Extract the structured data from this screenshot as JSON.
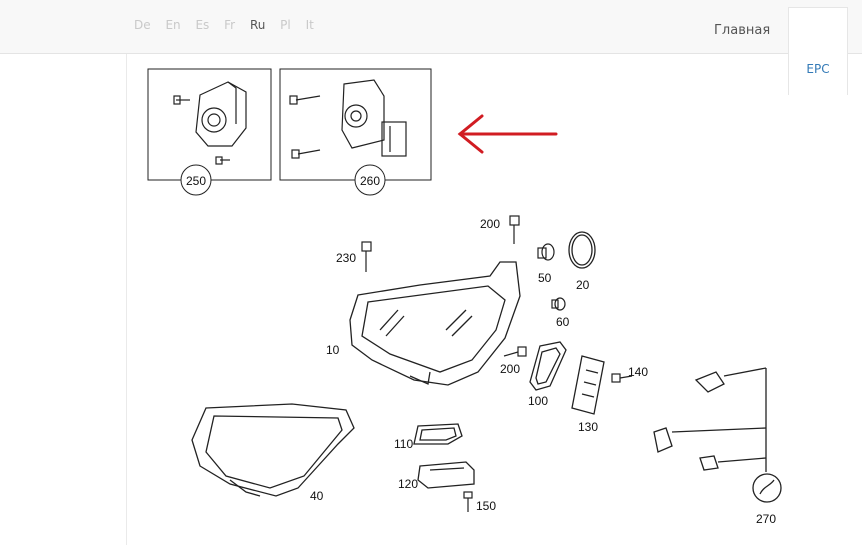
{
  "languages": [
    "De",
    "En",
    "Es",
    "Fr",
    "Ru",
    "Pl",
    "It"
  ],
  "active_language": "Ru",
  "nav": {
    "home": "Главная",
    "epc_tab": "EPC"
  },
  "diagram": {
    "callouts": [
      "250",
      "260",
      "200",
      "230",
      "50",
      "20",
      "60",
      "10",
      "200",
      "100",
      "140",
      "130",
      "110",
      "120",
      "150",
      "40",
      "270"
    ],
    "arrow_color": "#d11c22"
  }
}
